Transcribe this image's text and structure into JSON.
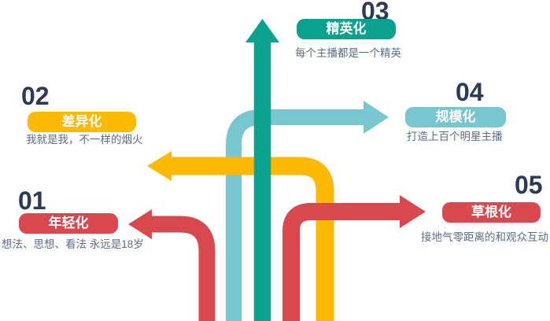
{
  "colors": {
    "red": "#d8494f",
    "yellow": "#fcb905",
    "teal": "#0aa18f",
    "light_blue": "#77c6d0",
    "number_text": "#2d3a55",
    "caption_text": "#5d6c84",
    "label_text": "#ffffff",
    "background": "#ffffff"
  },
  "steps": [
    {
      "number": "01",
      "label": "年轻化",
      "caption": "想法、思想、看法 永远是18岁",
      "color": "#d8494f",
      "arrow_direction": "left"
    },
    {
      "number": "02",
      "label": "差异化",
      "caption": "我就是我，不一样的烟火",
      "color": "#fcb905",
      "arrow_direction": "left"
    },
    {
      "number": "03",
      "label": "精英化",
      "caption": "每个主播都是一个精英",
      "color": "#0aa18f",
      "arrow_direction": "up"
    },
    {
      "number": "04",
      "label": "规模化",
      "caption": "打造上百个明星主播",
      "color": "#77c6d0",
      "arrow_direction": "right"
    },
    {
      "number": "05",
      "label": "草根化",
      "caption": "接地气零距离的和观众互动",
      "color": "#d8494f",
      "arrow_direction": "right"
    }
  ]
}
